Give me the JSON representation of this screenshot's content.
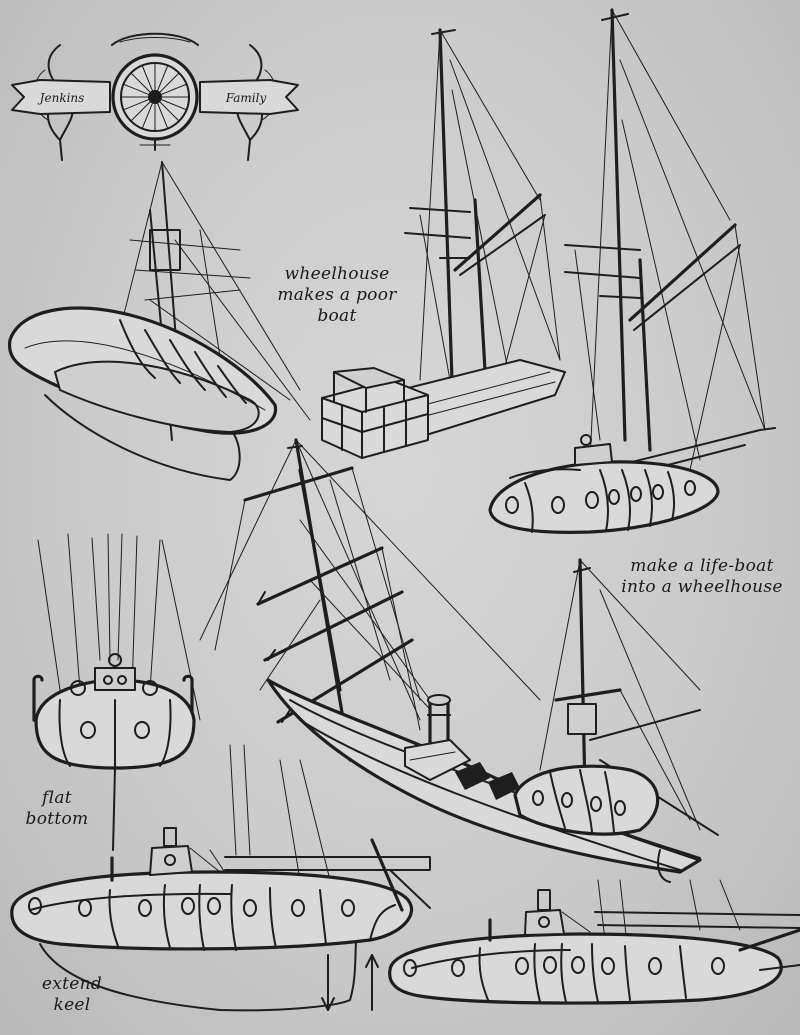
{
  "crest": {
    "left_label": "Jenkins",
    "right_label": "Family"
  },
  "notes": {
    "wheelhouse_poor_boat": "wheelhouse\nmakes a poor\nboat",
    "lifeboat_into_wheelhouse": "make a life-boat\ninto a wheelhouse",
    "flat_bottom": "flat\nbottom",
    "extend_keel": "extend\nkeel"
  }
}
